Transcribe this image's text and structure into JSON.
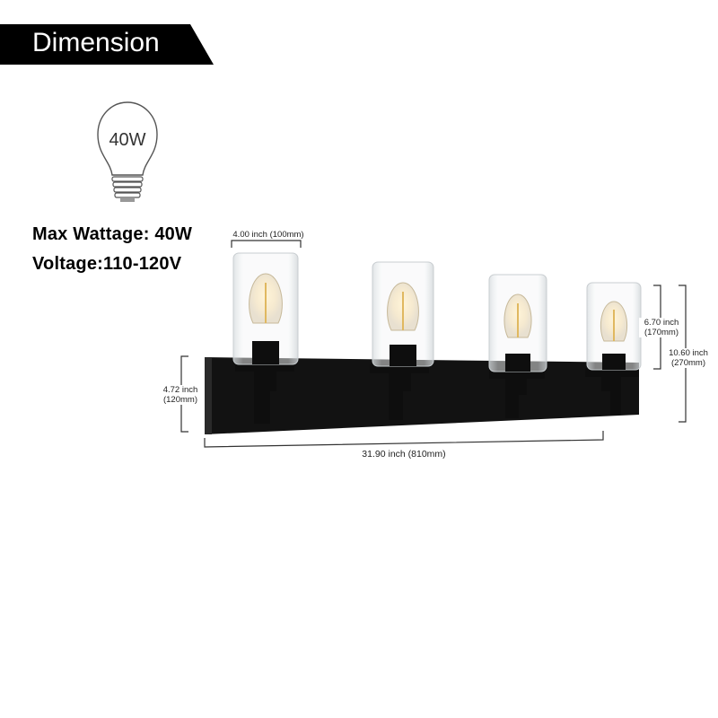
{
  "banner": {
    "title": "Dimension"
  },
  "bulb": {
    "label": "40W"
  },
  "specs": {
    "max_wattage": "Max Wattage: 40W",
    "voltage": "Voltage:110-120V"
  },
  "dimensions": {
    "shade_width": "4.00 inch (100mm)",
    "backplate_height_in": "4.72 inch",
    "backplate_height_mm": "(120mm)",
    "shade_height_in": "6.70 inch",
    "shade_height_mm": "(170mm)",
    "total_height_in": "10.60 inch",
    "total_height_mm": "(270mm)",
    "total_width": "31.90 inch (810mm)"
  },
  "product": {
    "lights": 4,
    "finish_color": "#111111",
    "glass": "clear"
  }
}
